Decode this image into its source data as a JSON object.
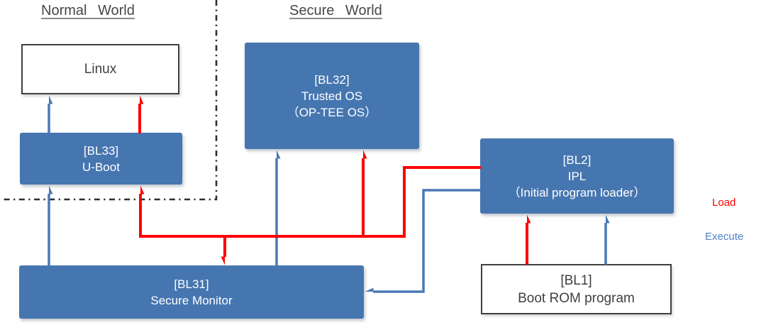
{
  "diagram": {
    "regions": {
      "normal": {
        "label": "Normal World"
      },
      "secure": {
        "label": "Secure World"
      }
    },
    "boxes": {
      "linux": {
        "lines": [
          "Linux"
        ]
      },
      "bl33": {
        "lines": [
          "[BL33]",
          "U-Boot"
        ]
      },
      "bl32": {
        "lines": [
          "[BL32]",
          "Trusted OS",
          "（OP-TEE OS）"
        ]
      },
      "bl2": {
        "lines": [
          "[BL2]",
          "IPL",
          "（Initial program loader）"
        ]
      },
      "bl31": {
        "lines": [
          "[BL31]",
          "Secure Monitor"
        ]
      },
      "bl1": {
        "lines": [
          "[BL1]",
          "Boot ROM program"
        ]
      }
    },
    "legend": {
      "load_label": "Load",
      "execute_label": "Execute"
    },
    "colors": {
      "box_fill_blue": "#4676b0",
      "box_text_white": "#ffffff",
      "plain_box_border": "#404040",
      "load_red": "#fe0000",
      "execute_blue": "#4a79b5",
      "legend_execute_text": "#4e80c4",
      "world_boundary": "#2e2e2e"
    }
  }
}
